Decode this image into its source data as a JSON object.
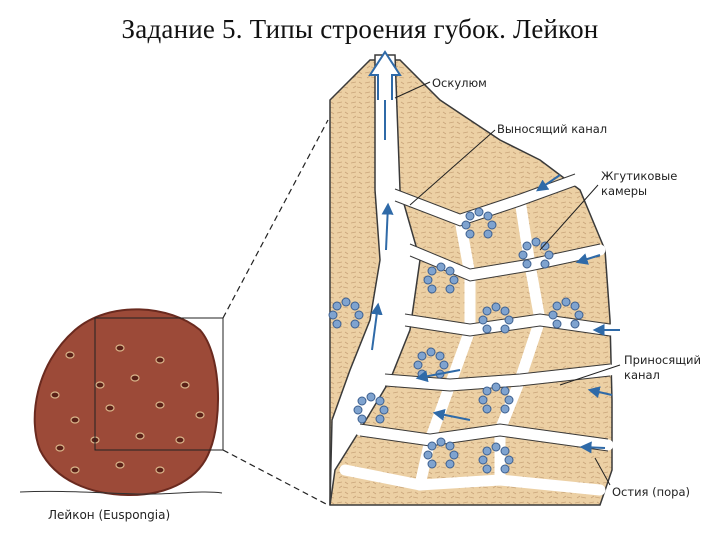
{
  "title": "Задание 5. Типы строения губок. Лейкон",
  "labels": {
    "osculum": "Оскулюм",
    "excurrent_canal": "Выносящий канал",
    "flagellar_chambers_line1": "Жгутиковые",
    "flagellar_chambers_line2": "камеры",
    "incurrent_canal_line1": "Приносящий",
    "incurrent_canal_line2": "канал",
    "ostia": "Остия (пора)"
  },
  "caption": "Лейкон (Euspongia)",
  "colors": {
    "tissue": "#ecd0a4",
    "tissue_fiber": "#c9a57a",
    "canal": "#ffffff",
    "outline": "#3a3a3a",
    "cell": "#7fa3cf",
    "cell_dark": "#3c5f8f",
    "arrow": "#2f6aa8",
    "sponge_body": "#9c4a38",
    "sponge_dark": "#6a2a1f"
  }
}
